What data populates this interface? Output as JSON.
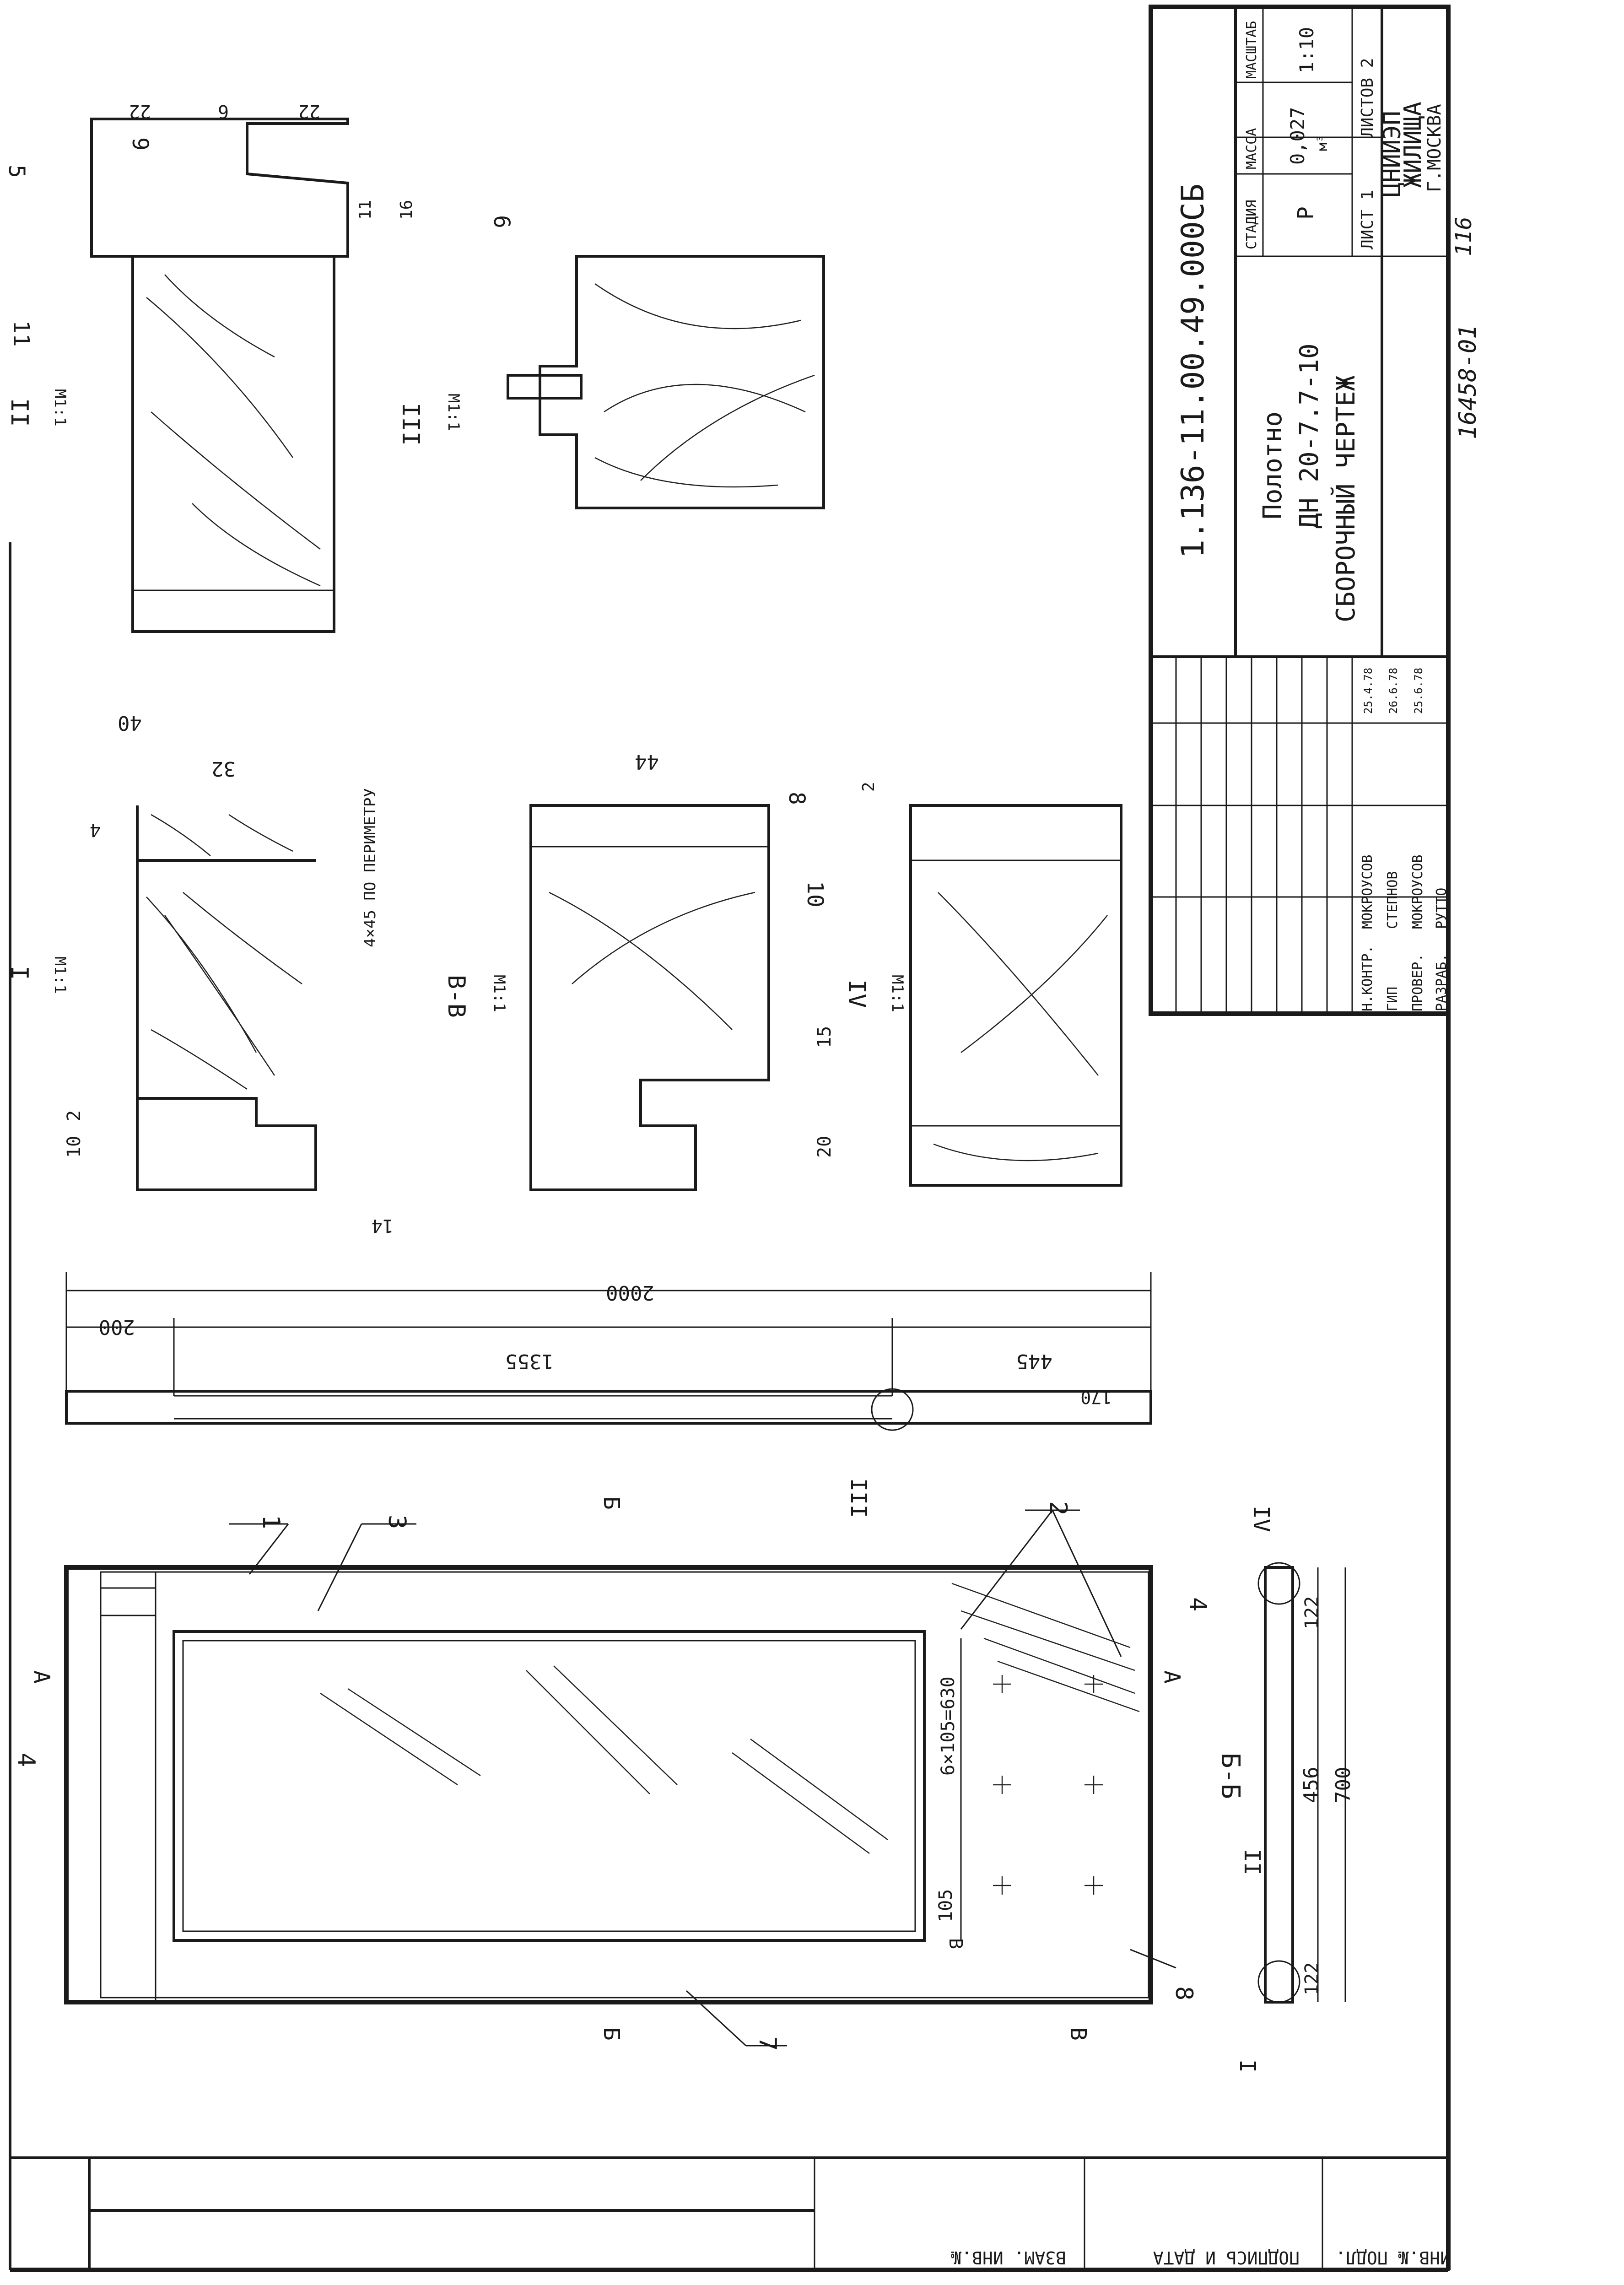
{
  "title_block": {
    "code": "1.136-11.00.49.000СБ",
    "name_line1": "Полотно",
    "name_line2": "ДН 20-7.7-10",
    "name_line3": "СБОРОЧНЫЙ ЧЕРТЕЖ",
    "col_stage": "СТАДИЯ",
    "col_mass": "МАССА",
    "col_scale": "МАСШТАБ",
    "stage": "Р",
    "mass": "0,027",
    "mass_unit": "м³",
    "scale": "1:10",
    "sheet": "ЛИСТ 1",
    "sheets": "ЛИСТОВ 2",
    "org1": "ЦНИИЭП",
    "org2": "ЖИЛИЩА",
    "org3": "Г.МОСКВА",
    "roles": [
      "Н.КОНТР.",
      "ГИП",
      "ПРОВЕР.",
      "РАЗРАБ."
    ],
    "names": [
      "МОКРОУСОВ",
      "СТЕПНОВ",
      "МОКРОУСОВ",
      "РУТТО"
    ],
    "dates": [
      "25.4.78",
      "26.6.78",
      "25.6.78",
      ""
    ],
    "archive": "16458-01",
    "page": "116"
  },
  "side_stamp": [
    "ИНВ.№ ПОДЛ.",
    "ПОДПИСЬ И ДАТА",
    "ВЗАМ. ИНВ.№"
  ],
  "views": {
    "section_I": "I",
    "section_II": "II",
    "section_III": "III",
    "section_IV": "IV",
    "section_BB": "В-В",
    "section_BBmain": "Б-Б",
    "scale_m11": "М1:1",
    "perimeter_note": "4×45 ПО ПЕРИМЕТРУ",
    "mark_A": "А",
    "mark_B": "Б",
    "mark_V": "В"
  },
  "dimensions": {
    "d2000": "2000",
    "d1355": "1355",
    "d200": "200",
    "d445": "445",
    "d170": "170",
    "d700": "700",
    "d456": "456",
    "d122a": "122",
    "d122b": "122",
    "d105": "105",
    "d630": "6×105=630",
    "d40": "40",
    "d32": "32",
    "d4": "4",
    "d14": "14",
    "d10": "10",
    "d2": "2",
    "d44": "44",
    "d20": "20",
    "d15": "15",
    "d2b": "2",
    "d22a": "22",
    "d22b": "22",
    "d6": "6",
    "d11": "11",
    "d16": "16"
  },
  "callouts": [
    "1",
    "2",
    "3",
    "4",
    "5",
    "6",
    "7",
    "8",
    "9",
    "10",
    "11"
  ]
}
